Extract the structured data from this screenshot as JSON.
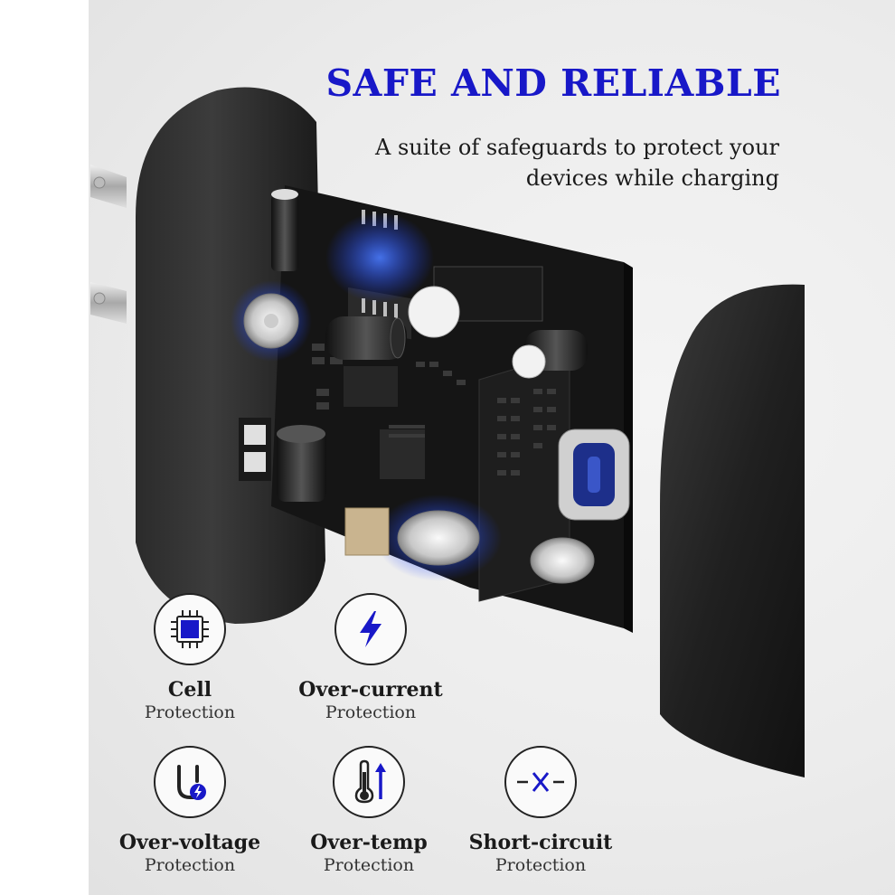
{
  "headline": "SAFE AND RELIABLE",
  "subheadline": {
    "line1": "A suite of safeguards to protect your",
    "line2": "devices while charging"
  },
  "features": [
    {
      "title": "Cell",
      "subtitle": "Protection",
      "icon": "chip-icon"
    },
    {
      "title": "Over-current",
      "subtitle": "Protection",
      "icon": "lightning-icon"
    },
    {
      "title": "Over-voltage",
      "subtitle": "Protection",
      "icon": "voltage-u-icon"
    },
    {
      "title": "Over-temp",
      "subtitle": "Protection",
      "icon": "thermometer-icon"
    },
    {
      "title": "Short-circuit",
      "subtitle": "Protection",
      "icon": "short-circuit-icon"
    }
  ],
  "colors": {
    "accent": "#1818c8",
    "highlight_glow": "#2a5cff",
    "charger_body": "#1c1c1c",
    "background": "#ececec"
  }
}
